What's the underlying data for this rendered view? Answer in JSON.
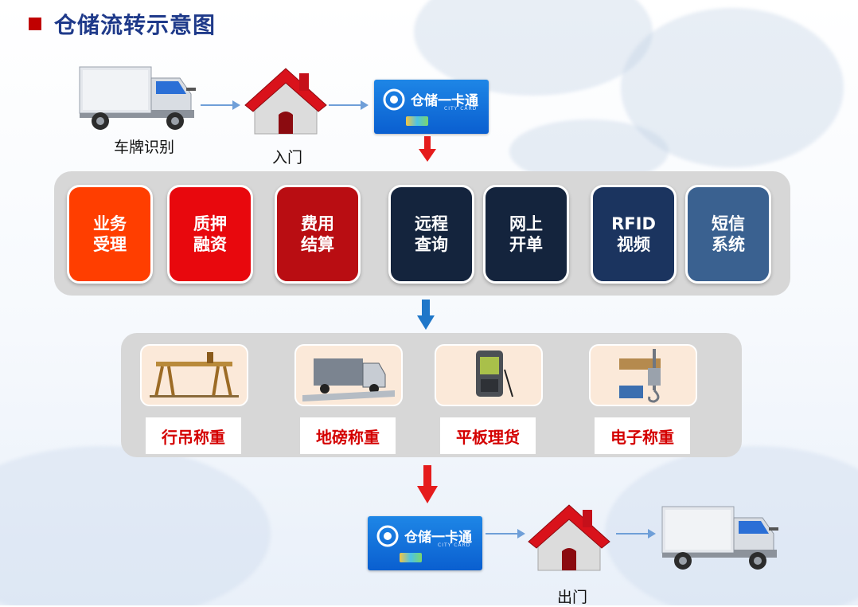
{
  "title": "仓储流转示意图",
  "colors": {
    "title": "#1f3a8a",
    "title_marker": "#c00000",
    "accent_blue": "#6f9fd8",
    "red_arrow": "#e51c1c",
    "blue_arrow": "#1f77c9",
    "equip_label": "#d40000"
  },
  "entry_flow": {
    "truck_label": "车牌识别",
    "gate_label": "入门",
    "card_text": "仓储一卡通",
    "card_sub": "CITY CARD"
  },
  "services": [
    {
      "label": "业务\n受理",
      "color": "#ff3e00"
    },
    {
      "label": "质押\n融资",
      "color": "#e8080d"
    },
    {
      "label": "费用\n结算",
      "color": "#b90d12"
    },
    {
      "label": "远程\n查询",
      "color": "#14243d"
    },
    {
      "label": "网上\n开单",
      "color": "#14243d"
    },
    {
      "label": "RFID\n视频",
      "color": "#1b345f"
    },
    {
      "label": "短信\n系统",
      "color": "#3a6190"
    }
  ],
  "equipment": [
    {
      "label": "行吊称重",
      "icon": "gantry-crane-icon"
    },
    {
      "label": "地磅称重",
      "icon": "truck-scale-icon"
    },
    {
      "label": "平板理货",
      "icon": "tablet-pda-icon"
    },
    {
      "label": "电子称重",
      "icon": "hook-scale-icon"
    }
  ],
  "exit_flow": {
    "card_text": "仓储一卡通",
    "card_sub": "CITY CARD",
    "gate_label": "出门"
  }
}
